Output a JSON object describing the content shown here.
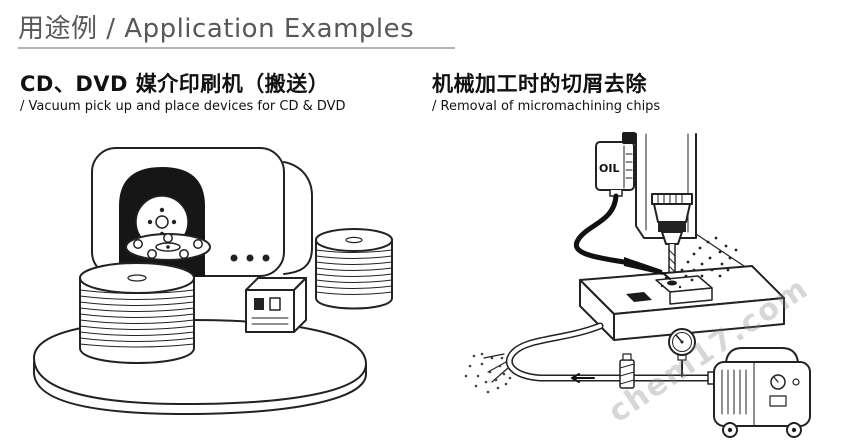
{
  "header": {
    "title": "用途例 / Application Examples"
  },
  "sections": [
    {
      "id": "cd-dvd-printer",
      "title": "CD、DVD 媒介印刷机（搬送）",
      "subtitle": "/ Vacuum pick up and place devices for CD & DVD"
    },
    {
      "id": "chip-removal",
      "title": "机械加工时的切屑去除",
      "subtitle": "/ Removal of micromachining chips"
    }
  ],
  "illustrations": {
    "left": {
      "name": "vacuum-pick-and-place-for-cd-dvd"
    },
    "right": {
      "name": "micromachining-chip-removal"
    }
  },
  "labels": {
    "oil": "OIL"
  },
  "watermark": {
    "text": "chem17.com"
  },
  "colors": {
    "heading_gray": "#595757",
    "rule_gray": "#b5b5b6",
    "line_art_ink": "#222222",
    "watermark_gray": "#828282"
  }
}
